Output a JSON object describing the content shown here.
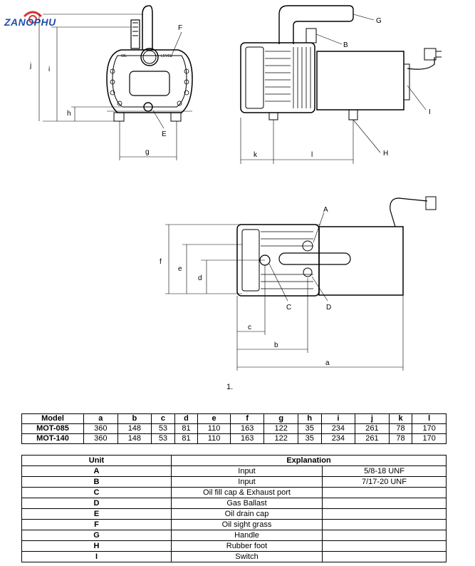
{
  "logo": {
    "text": "ZANOPHU"
  },
  "figure_number": "1.",
  "drawing": {
    "front_view_labels": [
      "F",
      "j",
      "i",
      "h",
      "E",
      "g"
    ],
    "front_view_gauge_text": [
      "OIL",
      "LEVEL"
    ],
    "side_view_labels": [
      "G",
      "B",
      "I",
      "k",
      "l",
      "H"
    ],
    "top_view_labels": [
      "A",
      "f",
      "e",
      "d",
      "C",
      "D",
      "c",
      "b",
      "a"
    ]
  },
  "models_table": {
    "headers": [
      "Model",
      "a",
      "b",
      "c",
      "d",
      "e",
      "f",
      "g",
      "h",
      "i",
      "j",
      "k",
      "l"
    ],
    "rows": [
      [
        "MOT-085",
        "360",
        "148",
        "53",
        "81",
        "110",
        "163",
        "122",
        "35",
        "234",
        "261",
        "78",
        "170"
      ],
      [
        "MOT-140",
        "360",
        "148",
        "53",
        "81",
        "110",
        "163",
        "122",
        "35",
        "234",
        "261",
        "78",
        "170"
      ]
    ]
  },
  "units_table": {
    "headers": [
      "Unit",
      "Explanation"
    ],
    "rows": [
      {
        "unit": "A",
        "explanation": "Input",
        "spec": "5/8-18 UNF"
      },
      {
        "unit": "B",
        "explanation": "Input",
        "spec": "7/17-20 UNF"
      },
      {
        "unit": "C",
        "explanation": "Oil fill cap & Exhaust port",
        "spec": ""
      },
      {
        "unit": "D",
        "explanation": "Gas Ballast",
        "spec": ""
      },
      {
        "unit": "E",
        "explanation": "Oil drain cap",
        "spec": ""
      },
      {
        "unit": "F",
        "explanation": "Oil sight grass",
        "spec": ""
      },
      {
        "unit": "G",
        "explanation": "Handle",
        "spec": ""
      },
      {
        "unit": "H",
        "explanation": "Rubber foot",
        "spec": ""
      },
      {
        "unit": "I",
        "explanation": "Switch",
        "spec": ""
      }
    ]
  }
}
